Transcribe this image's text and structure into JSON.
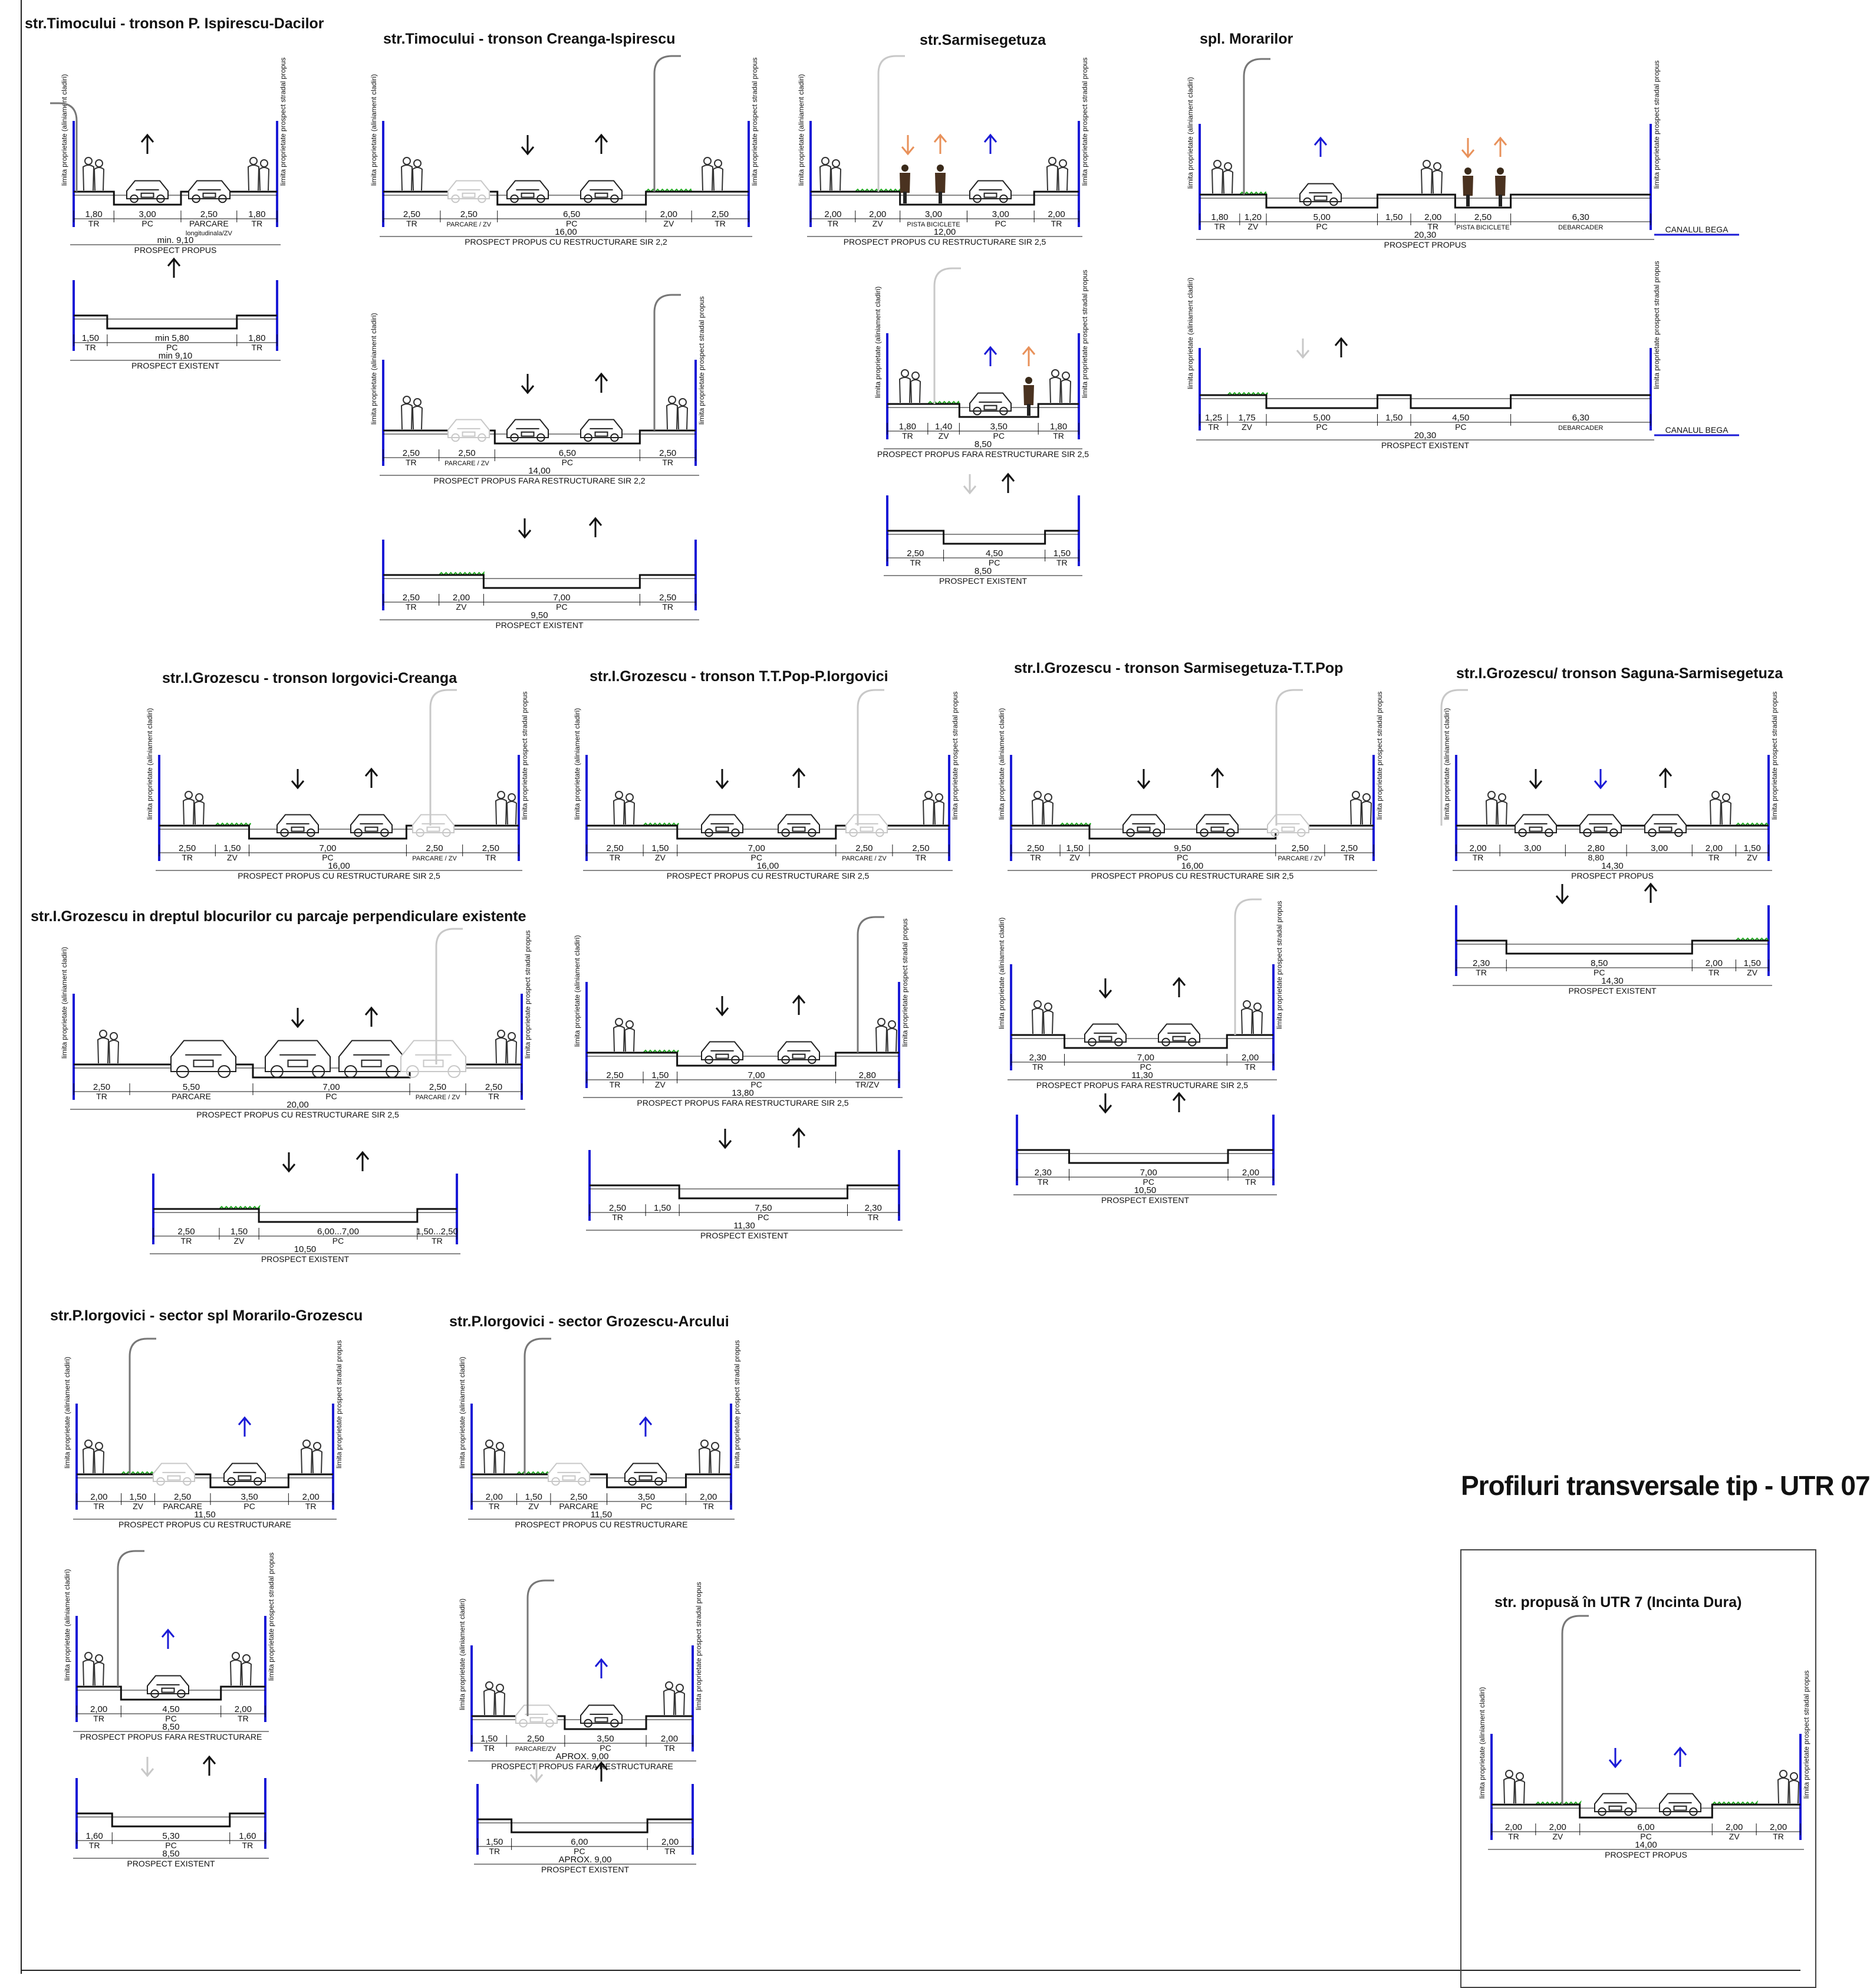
{
  "sheet_title": "Profiluri transversale tip - UTR 07",
  "colors": {
    "ink": "#111111",
    "property_line": "#1a1ad6",
    "verge": "#22aa22",
    "bike_arrow": "#e8915a",
    "oneway_arrow": "#1a1ad6",
    "faded": "#c8c8c8"
  },
  "icons": [
    "pedestrian-icon",
    "car-icon",
    "cyclist-icon",
    "street-lamp-icon",
    "direction-arrow-icon"
  ],
  "legend_words": {
    "property_left": "limita proprietate (aliniament cladiri)",
    "property_right": "limita proprietate prospect stradal propus",
    "property_short": "limita proprietate"
  },
  "sections": [
    {
      "id": "timocului-ispirescu-dacilor",
      "title": "str.Timocului - tronson P. Ispirescu-Dacilor",
      "profiles": [
        {
          "caption": "PROSPECT PROPUS",
          "total": "min. 9,10",
          "segments": [
            {
              "w": "1,80",
              "c": "TR"
            },
            {
              "w": "3,00",
              "c": "PC"
            },
            {
              "w": "2,50",
              "c": "PARCARE"
            },
            {
              "w": "1,80",
              "c": "TR"
            }
          ],
          "note": "longitudinala/ZV"
        },
        {
          "caption": "PROSPECT EXISTENT",
          "total": "min 9,10",
          "segments": [
            {
              "w": "1,50",
              "c": "TR"
            },
            {
              "w": "min 5,80",
              "c": "PC"
            },
            {
              "w": "1,80",
              "c": "TR"
            }
          ]
        }
      ]
    },
    {
      "id": "timocului-creanga-ispirescu",
      "title": "str.Timocului - tronson Creanga-Ispirescu",
      "profiles": [
        {
          "caption": "PROSPECT PROPUS CU RESTRUCTURARE SIR 2,2",
          "total": "16,00",
          "segments": [
            {
              "w": "2,50",
              "c": "TR"
            },
            {
              "w": "2,50",
              "c": "PARCARE / ZV"
            },
            {
              "w": "6,50",
              "c": "PC"
            },
            {
              "w": "2,00",
              "c": "ZV"
            },
            {
              "w": "2,50",
              "c": "TR"
            }
          ]
        },
        {
          "caption": "PROSPECT PROPUS FARA RESTRUCTURARE SIR 2,2",
          "total": "14,00",
          "segments": [
            {
              "w": "2,50",
              "c": "TR"
            },
            {
              "w": "2,50",
              "c": "PARCARE / ZV"
            },
            {
              "w": "6,50",
              "c": "PC"
            },
            {
              "w": "2,50",
              "c": "TR"
            }
          ]
        },
        {
          "caption": "PROSPECT EXISTENT",
          "total": "9,50",
          "segments": [
            {
              "w": "2,50",
              "c": "TR"
            },
            {
              "w": "2,00",
              "c": "ZV"
            },
            {
              "w": "7,00",
              "c": "PC"
            },
            {
              "w": "2,50",
              "c": "TR"
            }
          ]
        }
      ]
    },
    {
      "id": "sarmisegetuza",
      "title": "str.Sarmisegetuza",
      "profiles": [
        {
          "caption": "PROSPECT PROPUS CU RESTRUCTURARE SIR 2,5",
          "total": "12,00",
          "segments": [
            {
              "w": "2,00",
              "c": "TR"
            },
            {
              "w": "2,00",
              "c": "ZV"
            },
            {
              "w": "3,00",
              "c": "PISTA BICICLETE"
            },
            {
              "w": "3,00",
              "c": "PC"
            },
            {
              "w": "2,00",
              "c": "TR"
            }
          ]
        },
        {
          "caption": "PROSPECT PROPUS FARA RESTRUCTURARE SIR 2,5",
          "total": "8,50",
          "segments": [
            {
              "w": "1,80",
              "c": "TR"
            },
            {
              "w": "1,40",
              "c": "ZV"
            },
            {
              "w": "3,50",
              "c": "PC"
            },
            {
              "w": "1,80",
              "c": "TR"
            }
          ]
        },
        {
          "caption": "PROSPECT EXISTENT",
          "total": "8,50",
          "segments": [
            {
              "w": "2,50",
              "c": "TR"
            },
            {
              "w": "4,50",
              "c": "PC"
            },
            {
              "w": "1,50",
              "c": "TR"
            }
          ]
        }
      ]
    },
    {
      "id": "morarilor",
      "title": "spl. Morarilor",
      "profiles": [
        {
          "caption": "PROSPECT PROPUS",
          "total": "20,30",
          "segments": [
            {
              "w": "1,80",
              "c": "TR"
            },
            {
              "w": "1,20",
              "c": "ZV"
            },
            {
              "w": "5,00",
              "c": "PC"
            },
            {
              "w": "1,50",
              "c": ""
            },
            {
              "w": "2,00",
              "c": "TR"
            },
            {
              "w": "2,50",
              "c": "PISTA BICICLETE"
            },
            {
              "w": "6,30",
              "c": "DEBARCADER"
            }
          ],
          "canal": "CANALUL BEGA"
        },
        {
          "caption": "PROSPECT EXISTENT",
          "total": "20,30",
          "segments": [
            {
              "w": "1,25",
              "c": "TR"
            },
            {
              "w": "1,75",
              "c": "ZV"
            },
            {
              "w": "5,00",
              "c": "PC"
            },
            {
              "w": "1,50",
              "c": ""
            },
            {
              "w": "4,50",
              "c": "PC"
            },
            {
              "w": "6,30",
              "c": "DEBARCADER"
            }
          ],
          "canal": "CANALUL BEGA"
        }
      ]
    },
    {
      "id": "grozescu-iorgovici-creanga",
      "title": "str.I.Grozescu - tronson Iorgovici-Creanga",
      "profiles": [
        {
          "caption": "PROSPECT PROPUS CU RESTRUCTURARE SIR 2,5",
          "total": "16,00",
          "segments": [
            {
              "w": "2,50",
              "c": "TR"
            },
            {
              "w": "1,50",
              "c": "ZV"
            },
            {
              "w": "7,00",
              "c": "PC"
            },
            {
              "w": "2,50",
              "c": "PARCARE / ZV"
            },
            {
              "w": "2,50",
              "c": "TR"
            }
          ]
        }
      ]
    },
    {
      "id": "grozescu-ttpop-iorgovici",
      "title": "str.I.Grozescu - tronson T.T.Pop-P.Iorgovici",
      "profiles": [
        {
          "caption": "PROSPECT PROPUS CU RESTRUCTURARE SIR 2,5",
          "total": "16,00",
          "segments": [
            {
              "w": "2,50",
              "c": "TR"
            },
            {
              "w": "1,50",
              "c": "ZV"
            },
            {
              "w": "7,00",
              "c": "PC"
            },
            {
              "w": "2,50",
              "c": "PARCARE / ZV"
            },
            {
              "w": "2,50",
              "c": "TR"
            }
          ]
        },
        {
          "caption": "PROSPECT PROPUS FARA RESTRUCTURARE SIR 2,5",
          "total": "13,80",
          "segments": [
            {
              "w": "2,50",
              "c": "TR"
            },
            {
              "w": "1,50",
              "c": "ZV"
            },
            {
              "w": "7,00",
              "c": "PC"
            },
            {
              "w": "2,80",
              "c": "TR/ZV"
            }
          ]
        },
        {
          "caption": "PROSPECT EXISTENT",
          "total": "11,30",
          "segments": [
            {
              "w": "2,50",
              "c": "TR"
            },
            {
              "w": "1,50",
              "c": ""
            },
            {
              "w": "7,50",
              "c": "PC"
            },
            {
              "w": "2,30",
              "c": "TR"
            }
          ]
        }
      ]
    },
    {
      "id": "grozescu-sarmisegetuza-ttpop",
      "title": "str.I.Grozescu - tronson Sarmisegetuza-T.T.Pop",
      "profiles": [
        {
          "caption": "PROSPECT PROPUS CU RESTRUCTURARE SIR 2,5",
          "total": "16,00",
          "segments": [
            {
              "w": "2,50",
              "c": "TR"
            },
            {
              "w": "1,50",
              "c": "ZV"
            },
            {
              "w": "9,50",
              "c": "PC"
            },
            {
              "w": "2,50",
              "c": "PARCARE / ZV"
            },
            {
              "w": "2,50",
              "c": "TR"
            }
          ]
        },
        {
          "caption": "PROSPECT PROPUS FARA RESTRUCTURARE SIR 2,5",
          "total": "11,30",
          "segments": [
            {
              "w": "2,30",
              "c": "TR"
            },
            {
              "w": "7,00",
              "c": "PC"
            },
            {
              "w": "2,00",
              "c": "TR"
            }
          ]
        },
        {
          "caption": "PROSPECT EXISTENT",
          "total": "10,50",
          "segments": [
            {
              "w": "2,30",
              "c": "TR"
            },
            {
              "w": "7,00",
              "c": "PC"
            },
            {
              "w": "2,00",
              "c": "TR"
            }
          ]
        }
      ]
    },
    {
      "id": "grozescu-saguna-sarmisegetuza",
      "title": "str.I.Grozescu/ tronson Saguna-Sarmisegetuza",
      "profiles": [
        {
          "caption": "PROSPECT PROPUS",
          "total": "14,30",
          "segments": [
            {
              "w": "2,00",
              "c": "TR"
            },
            {
              "w": "3,00",
              "c": ""
            },
            {
              "w": "2,80",
              "c": ""
            },
            {
              "w": "3,00",
              "c": ""
            },
            {
              "w": "2,00",
              "c": "TR"
            },
            {
              "w": "1,50",
              "c": "ZV"
            }
          ],
          "pc_total": "8,80"
        },
        {
          "caption": "PROSPECT EXISTENT",
          "total": "14,30",
          "segments": [
            {
              "w": "2,30",
              "c": "TR"
            },
            {
              "w": "8,50",
              "c": "PC"
            },
            {
              "w": "2,00",
              "c": "TR"
            },
            {
              "w": "1,50",
              "c": "ZV"
            }
          ]
        }
      ]
    },
    {
      "id": "grozescu-blocuri",
      "title": "str.I.Grozescu in dreptul blocurilor cu parcaje perpendiculare existente",
      "profiles": [
        {
          "caption": "PROSPECT PROPUS CU RESTRUCTURARE SIR 2,5",
          "total": "20,00",
          "segments": [
            {
              "w": "2,50",
              "c": "TR"
            },
            {
              "w": "5,50",
              "c": "PARCARE"
            },
            {
              "w": "7,00",
              "c": "PC"
            },
            {
              "w": "2,50",
              "c": "PARCARE / ZV"
            },
            {
              "w": "2,50",
              "c": "TR"
            }
          ]
        },
        {
          "caption": "PROSPECT EXISTENT",
          "total": "10,50",
          "segments": [
            {
              "w": "2,50",
              "c": "TR"
            },
            {
              "w": "1,50",
              "c": "ZV"
            },
            {
              "w": "6,00...7,00",
              "c": "PC"
            },
            {
              "w": "1,50...2,50",
              "c": "TR"
            }
          ]
        }
      ]
    },
    {
      "id": "iorgovici-morarilor-grozescu",
      "title": "str.P.Iorgovici - sector spl Morarilo-Grozescu",
      "profiles": [
        {
          "caption": "PROSPECT PROPUS CU RESTRUCTURARE",
          "total": "11,50",
          "segments": [
            {
              "w": "2,00",
              "c": "TR"
            },
            {
              "w": "1,50",
              "c": "ZV"
            },
            {
              "w": "2,50",
              "c": "PARCARE"
            },
            {
              "w": "3,50",
              "c": "PC"
            },
            {
              "w": "2,00",
              "c": "TR"
            }
          ]
        },
        {
          "caption": "PROSPECT PROPUS FARA RESTRUCTURARE",
          "total": "8,50",
          "segments": [
            {
              "w": "2,00",
              "c": "TR"
            },
            {
              "w": "4,50",
              "c": "PC"
            },
            {
              "w": "2,00",
              "c": "TR"
            }
          ]
        },
        {
          "caption": "PROSPECT EXISTENT",
          "total": "8,50",
          "segments": [
            {
              "w": "1,60",
              "c": "TR"
            },
            {
              "w": "5,30",
              "c": "PC"
            },
            {
              "w": "1,60",
              "c": "TR"
            }
          ]
        }
      ]
    },
    {
      "id": "iorgovici-grozescu-arcului",
      "title": "str.P.Iorgovici - sector Grozescu-Arcului",
      "profiles": [
        {
          "caption": "PROSPECT PROPUS CU RESTRUCTURARE",
          "total": "11,50",
          "segments": [
            {
              "w": "2,00",
              "c": "TR"
            },
            {
              "w": "1,50",
              "c": "ZV"
            },
            {
              "w": "2,50",
              "c": "PARCARE"
            },
            {
              "w": "3,50",
              "c": "PC"
            },
            {
              "w": "2,00",
              "c": "TR"
            }
          ]
        },
        {
          "caption": "PROSPECT PROPUS FARA RESTRUCTURARE",
          "total": "APROX. 9,00",
          "segments": [
            {
              "w": "1,50",
              "c": "TR"
            },
            {
              "w": "2,50",
              "c": "PARCARE/ZV"
            },
            {
              "w": "3,50",
              "c": "PC"
            },
            {
              "w": "2,00",
              "c": "TR"
            }
          ]
        },
        {
          "caption": "PROSPECT EXISTENT",
          "total": "APROX. 9,00",
          "segments": [
            {
              "w": "1,50",
              "c": "TR"
            },
            {
              "w": "6,00",
              "c": "PC"
            },
            {
              "w": "2,00",
              "c": "TR"
            }
          ]
        }
      ]
    },
    {
      "id": "utr7-dura",
      "title": "str. propusă în UTR 7 (Incinta Dura)",
      "profiles": [
        {
          "caption": "PROSPECT PROPUS",
          "total": "14,00",
          "segments": [
            {
              "w": "2,00",
              "c": "TR"
            },
            {
              "w": "2,00",
              "c": "ZV"
            },
            {
              "w": "6,00",
              "c": "PC"
            },
            {
              "w": "2,00",
              "c": "ZV"
            },
            {
              "w": "2,00",
              "c": "TR"
            }
          ]
        }
      ]
    }
  ]
}
